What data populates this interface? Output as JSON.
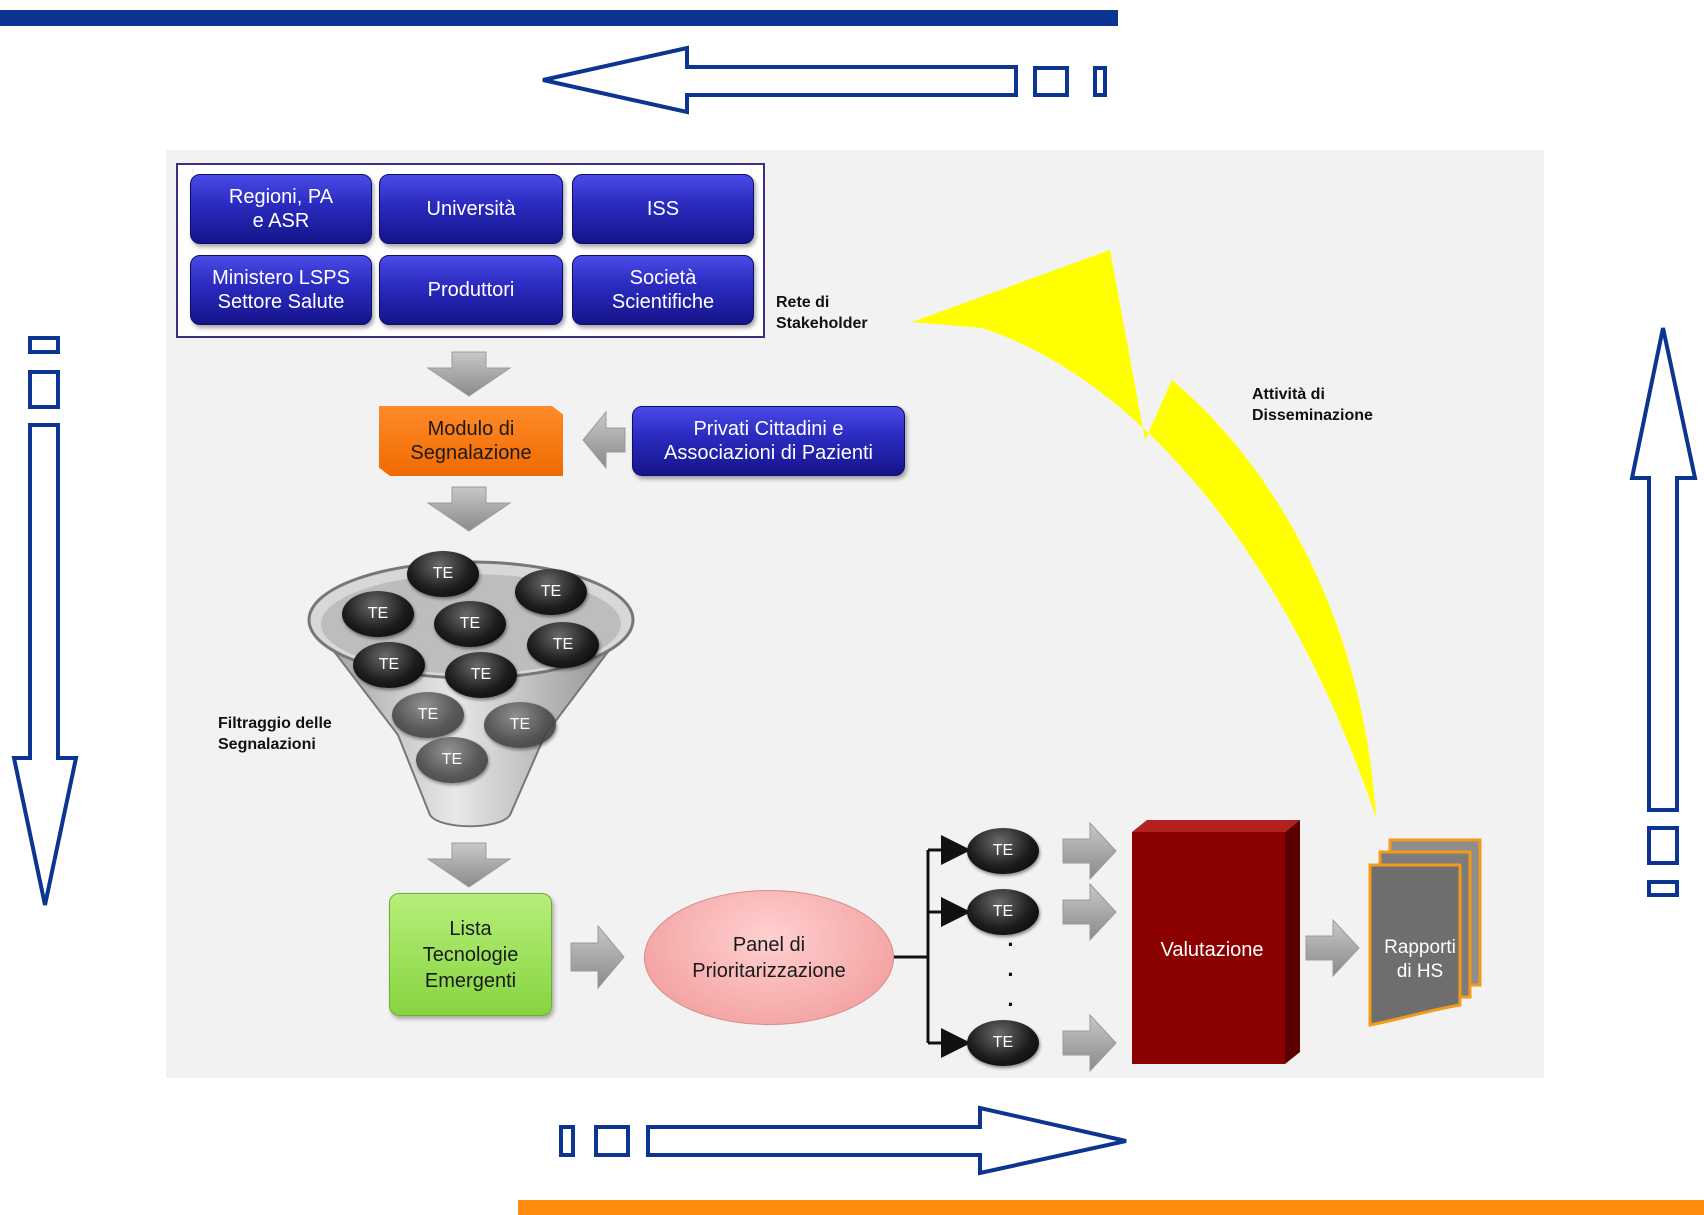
{
  "stakeholders": {
    "items": [
      {
        "label": "Regioni, PA\ne ASR"
      },
      {
        "label": "Università"
      },
      {
        "label": "ISS"
      },
      {
        "label": "Ministero LSPS\nSettore Salute"
      },
      {
        "label": "Produttori"
      },
      {
        "label": "Società\nScientifiche"
      }
    ],
    "caption": "Rete di\nStakeholder"
  },
  "nodes": {
    "modulo": "Modulo di\nSegnalazione",
    "privati": "Privati Cittadini e\nAssociazioni di Pazienti",
    "lista": "Lista\nTecnologie\nEmergenti",
    "panel": "Panel di\nPrioritarizzazione",
    "valutazione": "Valutazione",
    "rapporti": "Rapporti\ndi HS"
  },
  "labels": {
    "filtraggio": "Filtraggio delle\nSegnalazioni",
    "disseminazione": "Attività di\nDisseminazione",
    "te": "TE",
    "ellipsis": "·\n·\n·"
  },
  "colors": {
    "top_bar": "#0b3591",
    "bottom_bar": "#ff8c0f",
    "stakeholder_blue": "#2a2abf",
    "modulo_orange": "#f06a00",
    "lista_green": "#86d440",
    "panel_pink": "#f5a7a7",
    "valutazione_red": "#8b0000",
    "dissemination_yellow": "#ffff00",
    "outline_arrow_blue": "#0b3591"
  }
}
